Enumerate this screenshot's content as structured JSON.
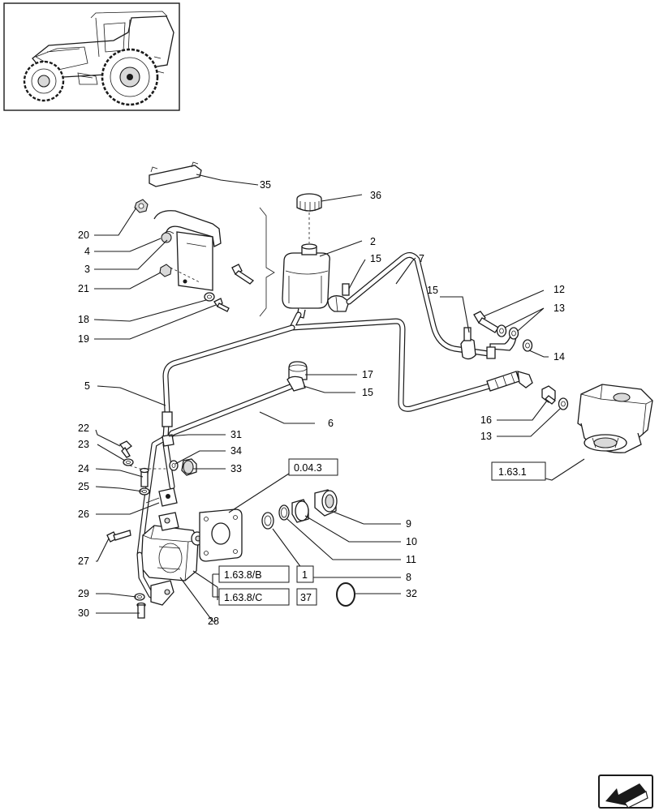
{
  "callouts": {
    "c2": "2",
    "c3": "3",
    "c4": "4",
    "c5": "5",
    "c6": "6",
    "c7": "7",
    "c8": "8",
    "c9": "9",
    "c10": "10",
    "c11": "11",
    "c12": "12",
    "c13a": "13",
    "c13b": "13",
    "c14": "14",
    "c15a": "15",
    "c15b": "15",
    "c15c": "15",
    "c16": "16",
    "c17": "17",
    "c18": "18",
    "c19": "19",
    "c20": "20",
    "c21": "21",
    "c22": "22",
    "c23": "23",
    "c24": "24",
    "c25": "25",
    "c26": "26",
    "c27": "27",
    "c28": "28",
    "c29": "29",
    "c30": "30",
    "c31": "31",
    "c32": "32",
    "c33": "33",
    "c34": "34",
    "c35": "35",
    "c36": "36"
  },
  "references": {
    "r_0_04_3": "0.04.3",
    "r_1_63_1": "1.63.1",
    "r_1_63_8_b": "1.63.8/B",
    "r_1_63_8_b_qty": "1",
    "r_1_63_8_c": "1.63.8/C",
    "r_1_63_8_c_qty": "37"
  },
  "icons": {
    "thumbnail": "tractor-thumbnail-icon",
    "navigation": "next-page-arrow-icon"
  }
}
